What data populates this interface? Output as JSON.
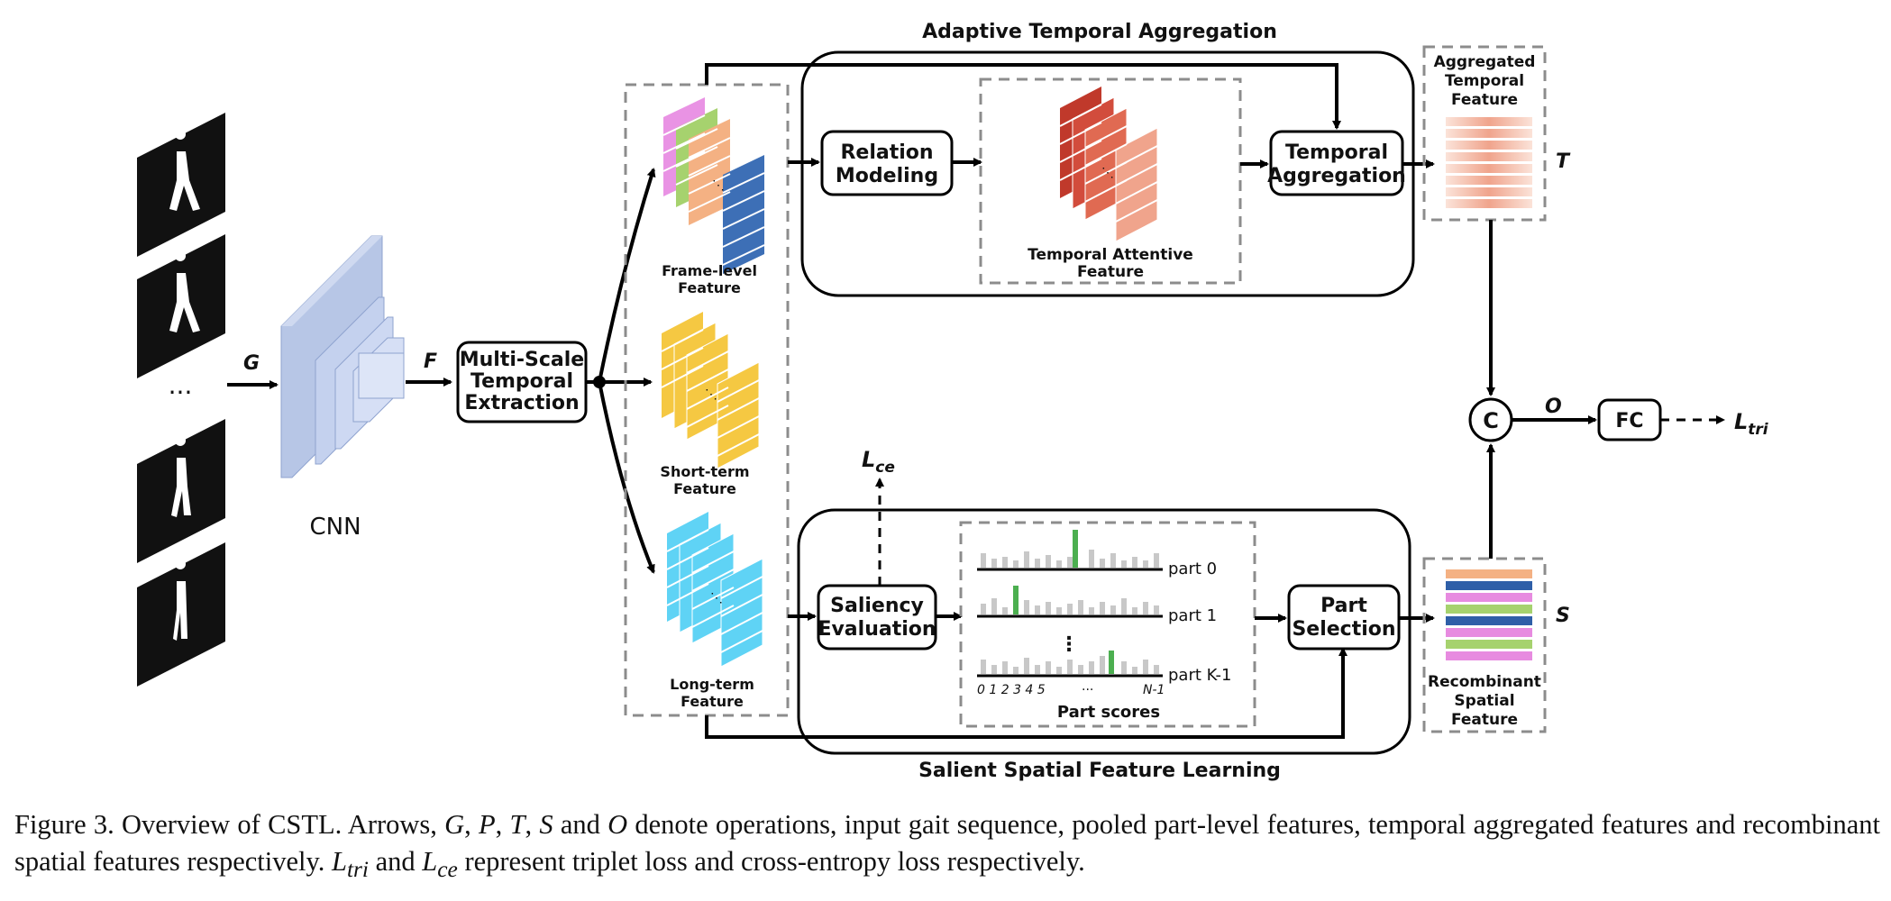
{
  "diagram": {
    "sections": {
      "adaptive_temporal_aggregation": "Adaptive Temporal Aggregation",
      "salient_spatial_feature_learning": "Salient Spatial Feature Learning"
    },
    "input_ellipsis": "···",
    "cnn_label": "CNN",
    "symbols": {
      "G": "G",
      "F": "F",
      "T": "T",
      "S": "S",
      "O": "O",
      "C": "C",
      "L_ce_base": "L",
      "L_ce_sub": "ce",
      "L_tri_base": "L",
      "L_tri_sub": "tri"
    },
    "boxes": {
      "mste_line1": "Multi-Scale",
      "mste_line2": "Temporal",
      "mste_line3": "Extraction",
      "relation_line1": "Relation",
      "relation_line2": "Modeling",
      "temporal_agg_line1": "Temporal",
      "temporal_agg_line2": "Aggregation",
      "saliency_line1": "Saliency",
      "saliency_line2": "Evaluation",
      "part_sel_line1": "Part",
      "part_sel_line2": "Selection",
      "fc": "FC"
    },
    "features": {
      "frame_line1": "Frame-level",
      "frame_line2": "Feature",
      "short_line1": "Short-term",
      "short_line2": "Feature",
      "long_line1": "Long-term",
      "long_line2": "Feature",
      "tattn_line1": "Temporal Attentive",
      "tattn_line2": "Feature",
      "agg_line1": "Aggregated",
      "agg_line2": "Temporal",
      "agg_line3": "Feature",
      "recomb_line1": "Recombinant",
      "recomb_line2": "Spatial",
      "recomb_line3": "Feature"
    },
    "part_scores": {
      "title": "Part scores",
      "rows": [
        {
          "label": "part 0"
        },
        {
          "label": "part 1"
        },
        {
          "label": "part K-1"
        }
      ],
      "axis_start": "0 1 2 3 4 5",
      "axis_dots": "···",
      "axis_end": "N-1",
      "vertical_dots": "⋮"
    },
    "colors": {
      "cnn_blue": "#b7c6e6",
      "frame_pink": "#e993e4",
      "frame_green": "#a6d26e",
      "frame_orange": "#f4b183",
      "frame_blue": "#3d6fb6",
      "short_yellow": "#f5c842",
      "long_cyan": "#5fd3f5",
      "attn_red": "#c0392b",
      "score_gray": "#c8c8c8",
      "score_green": "#4caf50",
      "recomb_orange": "#f4b183",
      "recomb_blue": "#2f5fa8",
      "recomb_pink": "#e78be0",
      "recomb_green": "#a6d26e"
    }
  },
  "caption": {
    "fig": "Figure 3. Overview of CSTL. Arrows, ",
    "G": "G",
    "c1": ", ",
    "P": "P",
    "c2": ", ",
    "T": "T",
    "c3": ", ",
    "S": "S",
    "c4": " and ",
    "O": "O",
    "c5": " denote operations, input gait sequence, pooled part-level features, temporal aggregated features and recombinant spatial features respectively. ",
    "Ltri_base": "L",
    "Ltri_sub": "tri",
    "c6": " and ",
    "Lce_base": "L",
    "Lce_sub": "ce",
    "c7": " represent triplet loss and cross-entropy loss respectively."
  }
}
